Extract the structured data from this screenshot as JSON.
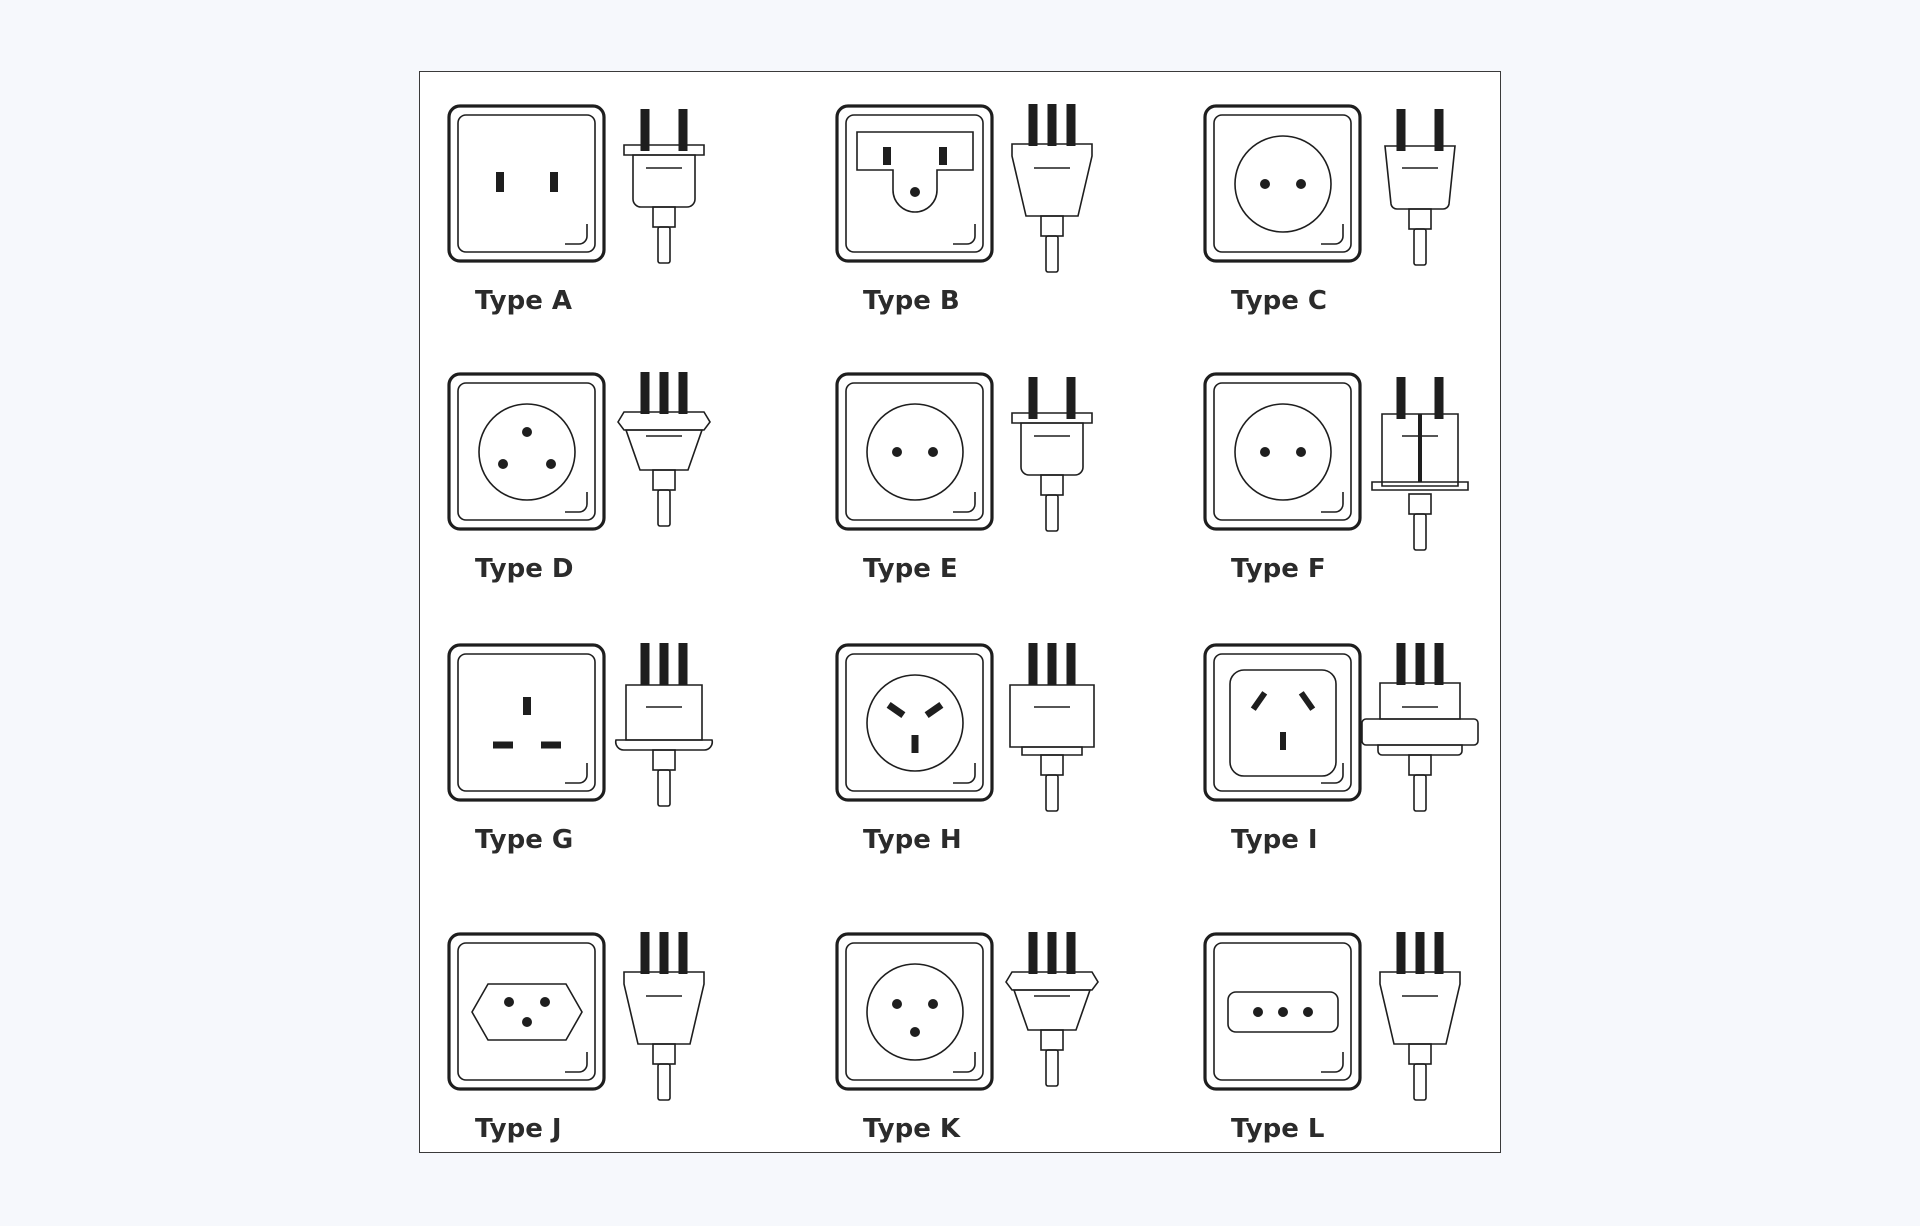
{
  "colors": {
    "background": "#f6f8fc",
    "panel": "#ffffff",
    "ink": "#1e1e1e"
  },
  "types": [
    {
      "code": "A",
      "label": "Type A"
    },
    {
      "code": "B",
      "label": "Type B"
    },
    {
      "code": "C",
      "label": "Type C"
    },
    {
      "code": "D",
      "label": "Type D"
    },
    {
      "code": "E",
      "label": "Type E"
    },
    {
      "code": "F",
      "label": "Type F"
    },
    {
      "code": "G",
      "label": "Type G"
    },
    {
      "code": "H",
      "label": "Type H"
    },
    {
      "code": "I",
      "label": "Type I"
    },
    {
      "code": "J",
      "label": "Type J"
    },
    {
      "code": "K",
      "label": "Type K"
    },
    {
      "code": "L",
      "label": "Type L"
    }
  ]
}
